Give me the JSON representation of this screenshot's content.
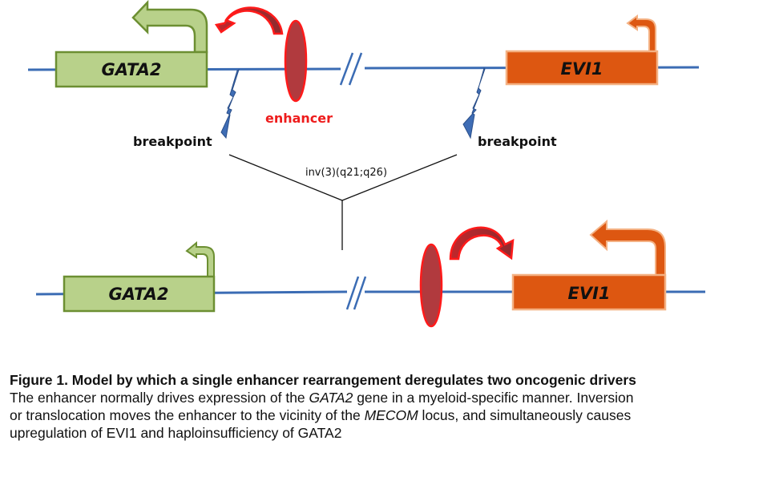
{
  "diagram": {
    "top": {
      "gene_left": "GATA2",
      "gene_right": "EVI1",
      "enhancer_label": "enhancer",
      "breakpoint_left": "breakpoint",
      "breakpoint_right": "breakpoint"
    },
    "event_label": "inv(3)(q21;q26)",
    "bottom": {
      "gene_left": "GATA2",
      "gene_right": "EVI1"
    },
    "colors": {
      "chromosome": "#3b6cb4",
      "gata2_fill": "#b8d18a",
      "gata2_stroke": "#6c8f32",
      "evi1_fill": "#dd5711",
      "evi1_stroke": "#f4b183",
      "enhancer_fill": "#b13a3e",
      "enhancer_stroke": "#ff1a1a",
      "breakpoint": "#3f6db5"
    }
  },
  "caption": {
    "title": "Figure 1. Model by which a single enhancer rearrangement deregulates two oncogenic drivers",
    "line1_a": "The enhancer normally drives expression of the ",
    "line1_i": "GATA2",
    "line1_b": " gene in a myeloid-specific manner. Inversion",
    "line2_a": "or translocation moves the enhancer to the vicinity of the ",
    "line2_i": "MECOM",
    "line2_b": " locus, and simultaneously causes",
    "line3": "upregulation of EVI1  and haploinsufficiency of GATA2"
  }
}
